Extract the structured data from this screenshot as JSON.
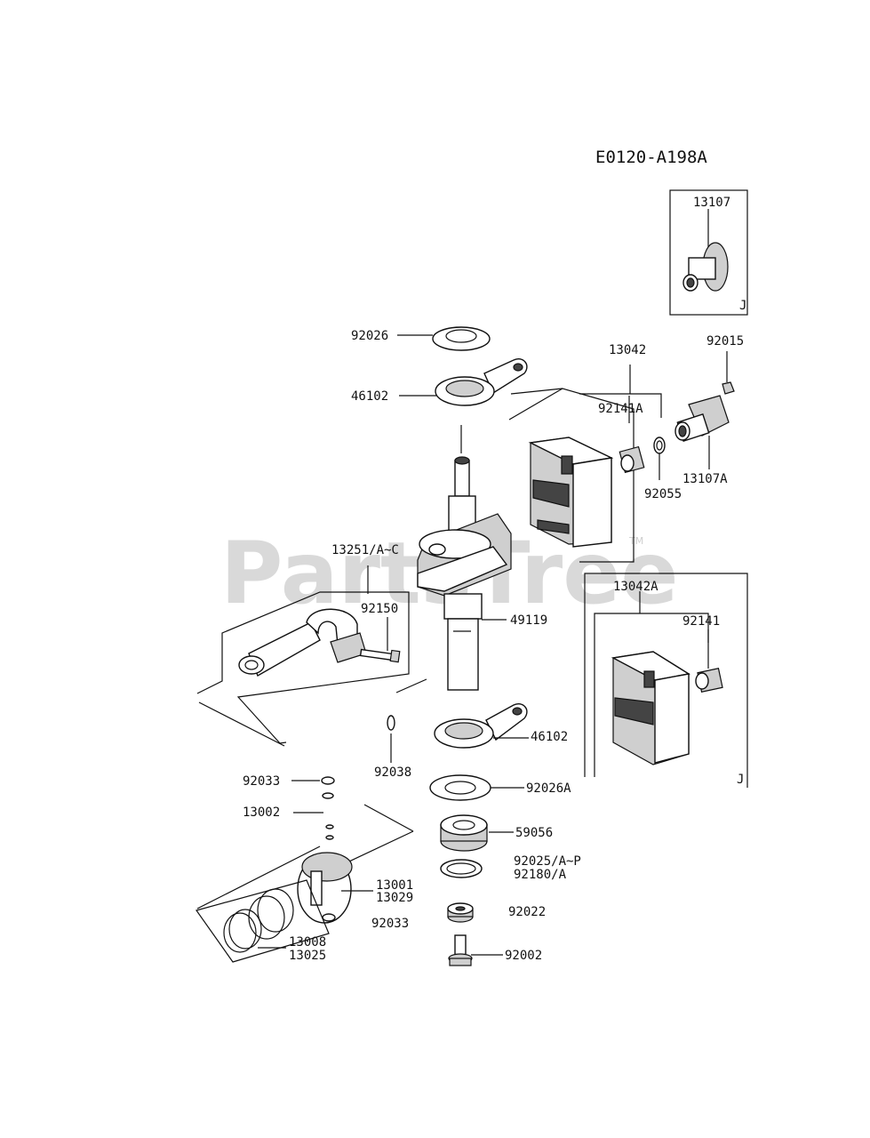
{
  "diagram_code": "E0120-A198A",
  "watermark": {
    "text": "PartsTree",
    "tm": "TM"
  },
  "inset_marker": "J",
  "labels": {
    "p13107": "13107",
    "p92015": "92015",
    "p13042": "13042",
    "p92141A": "92141A",
    "p92055": "92055",
    "p13107A": "13107A",
    "p92026": "92026",
    "p46102_top": "46102",
    "p13251": "13251/A~C",
    "p92150": "92150",
    "p49119": "49119",
    "p13042A": "13042A",
    "p92141": "92141",
    "p46102_bot": "46102",
    "p92038": "92038",
    "p92026A": "92026A",
    "p92033_top": "92033",
    "p13002": "13002",
    "p59056": "59056",
    "p92025": "92025/A~P",
    "p92180": "92180/A",
    "p13001": "13001",
    "p13029": "13029",
    "p92022": "92022",
    "p92033_bot": "92033",
    "p13008": "13008",
    "p13025": "13025",
    "p92002": "92002"
  }
}
